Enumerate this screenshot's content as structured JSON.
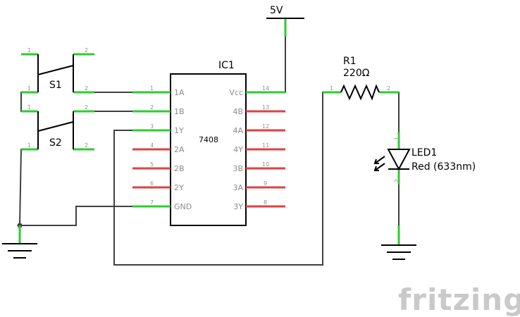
{
  "colors": {
    "wire": "#404040",
    "pin_connected": "#2ecc2e",
    "pin_unconnected": "#e04040",
    "pin_label": "#8c8c8c",
    "watermark": "#c9c9c9"
  },
  "ic1": {
    "ref": "IC1",
    "part": "7408",
    "left_pins": [
      {
        "num": "1",
        "label": "1A"
      },
      {
        "num": "2",
        "label": "1B"
      },
      {
        "num": "3",
        "label": "1Y"
      },
      {
        "num": "4",
        "label": "2A"
      },
      {
        "num": "5",
        "label": "2B"
      },
      {
        "num": "6",
        "label": "2Y"
      },
      {
        "num": "7",
        "label": "GND"
      }
    ],
    "right_pins": [
      {
        "num": "14",
        "label": "Vcc"
      },
      {
        "num": "13",
        "label": "4B"
      },
      {
        "num": "12",
        "label": "4A"
      },
      {
        "num": "11",
        "label": "4Y"
      },
      {
        "num": "10",
        "label": "3B"
      },
      {
        "num": "9",
        "label": "3A"
      },
      {
        "num": "8",
        "label": "3Y"
      }
    ]
  },
  "supply": {
    "label": "5V"
  },
  "s1": {
    "ref": "S1",
    "pin1": "1",
    "pin2": "2"
  },
  "s2": {
    "ref": "S2",
    "pin1": "1",
    "pin2": "2"
  },
  "r1": {
    "ref": "R1",
    "value": "220Ω",
    "pin1": "1",
    "pin2": "2"
  },
  "led1": {
    "ref": "LED1",
    "value": "Red (633nm)",
    "pin1": "1",
    "pin2": "2"
  },
  "watermark": {
    "text": "fritzing"
  }
}
